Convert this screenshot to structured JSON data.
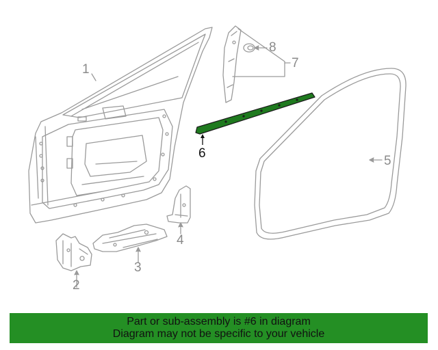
{
  "diagram": {
    "callouts": [
      "1",
      "2",
      "3",
      "4",
      "5",
      "6",
      "7",
      "8"
    ],
    "highlighted_part": "6",
    "colors": {
      "line": "#9a9a9a",
      "highlight_fill": "#1f7a1f",
      "highlight_stroke": "#1b1b1b",
      "banner_bg": "#248f24",
      "banner_text": "#111111"
    }
  },
  "banner": {
    "line1": "Part or sub-assembly is #6 in diagram",
    "line2": "Diagram may not be specific to your vehicle"
  }
}
